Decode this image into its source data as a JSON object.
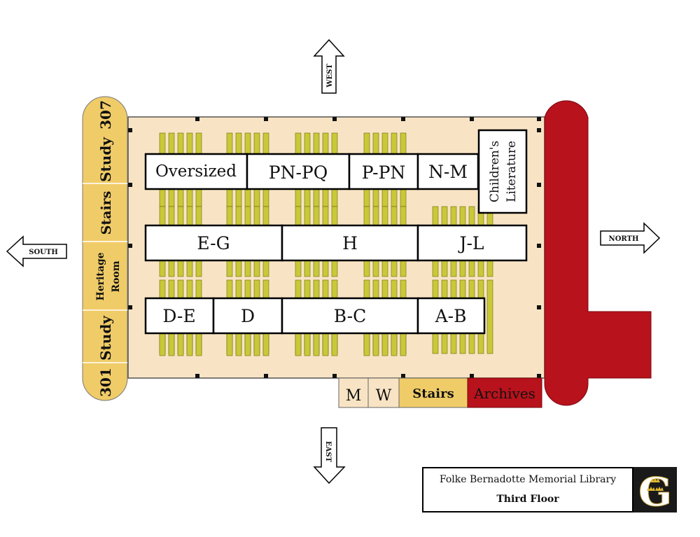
{
  "compass": {
    "west": "WEST",
    "east": "EAST",
    "south": "SOUTH",
    "north": "NORTH"
  },
  "left_rooms": {
    "room_307": "307",
    "study_top": "Study",
    "stairs": "Stairs",
    "heritage_line1": "Heritage",
    "heritage_line2": "Room",
    "study_bottom": "Study",
    "room_301": "301"
  },
  "stack_ranges": {
    "row1": [
      "Oversized",
      "PN-PQ",
      "P-PN",
      "N-M"
    ],
    "childrens_line1": "Children's",
    "childrens_line2": "Literature",
    "row2": [
      "E-G",
      "H",
      "J-L"
    ],
    "row3": [
      "D-E",
      "D",
      "B-C",
      "A-B"
    ]
  },
  "bottom_rooms": {
    "mens": "M",
    "womens": "W",
    "stairs": "Stairs",
    "archives": "Archives"
  },
  "title": {
    "name": "Folke Bernadotte Memorial Library",
    "floor": "Third Floor"
  },
  "logo": {
    "letter": "G"
  },
  "colors": {
    "floor": "#f8e4c4",
    "rooms": "#f0cc68",
    "archives": "#b8121c",
    "shelves": "#c9c838"
  }
}
